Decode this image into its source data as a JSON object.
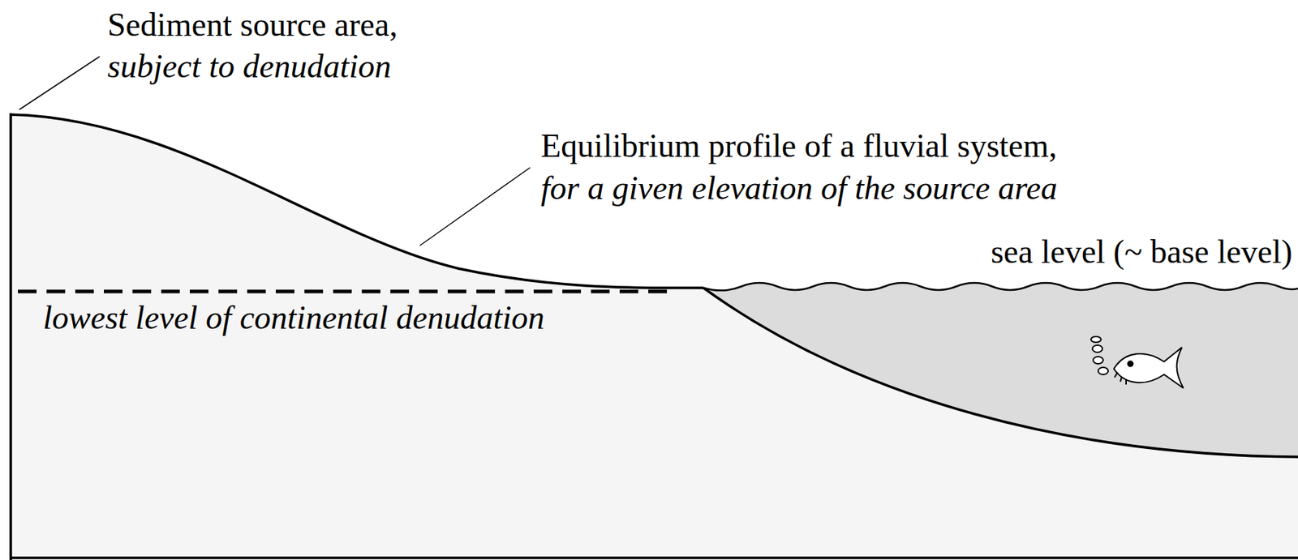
{
  "diagram": {
    "labels": [
      "Sediment source area,",
      "subject to denudation",
      "Equilibrium profile of a fluvial system,",
      "for a given elevation of the source area",
      "sea level (~ base level)",
      "lowest level of continental denudation"
    ]
  }
}
